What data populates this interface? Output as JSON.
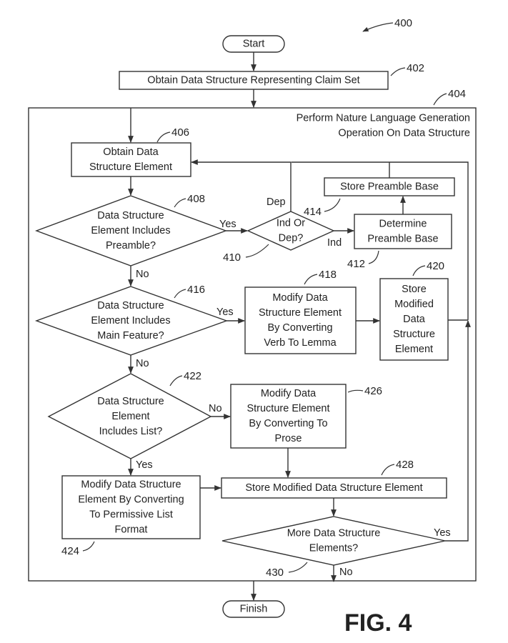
{
  "figure": {
    "ref_number": "400",
    "fig_label": "FIG. 4"
  },
  "nodes": {
    "start": {
      "text": [
        "Start"
      ]
    },
    "step402": {
      "text": [
        "Obtain Data Structure Representing Claim Set"
      ],
      "ref": "402"
    },
    "box404": {
      "text": [
        "Perform Nature Language Generation",
        "Operation On Data Structure"
      ],
      "ref": "404"
    },
    "step406": {
      "text": [
        "Obtain Data",
        "Structure Element"
      ],
      "ref": "406"
    },
    "dec408": {
      "text": [
        "Data Structure",
        "Element Includes",
        "Preamble?"
      ],
      "ref": "408"
    },
    "dec410": {
      "text": [
        "Ind Or",
        "Dep?"
      ],
      "ref": "410"
    },
    "step412": {
      "text": [
        "Determine",
        "Preamble Base"
      ],
      "ref": "412"
    },
    "step414": {
      "text": [
        "Store Preamble Base"
      ],
      "ref": "414"
    },
    "dec416": {
      "text": [
        "Data Structure",
        "Element Includes",
        "Main Feature?"
      ],
      "ref": "416"
    },
    "step418": {
      "text": [
        "Modify Data",
        "Structure Element",
        "By Converting",
        "Verb To Lemma"
      ],
      "ref": "418"
    },
    "step420": {
      "text": [
        "Store",
        "Modified",
        "Data",
        "Structure",
        "Element"
      ],
      "ref": "420"
    },
    "dec422": {
      "text": [
        "Data Structure",
        "Element",
        "Includes List?"
      ],
      "ref": "422"
    },
    "step424": {
      "text": [
        "Modify Data Structure",
        "Element By Converting",
        "To Permissive List",
        "Format"
      ],
      "ref": "424"
    },
    "step426": {
      "text": [
        "Modify Data",
        "Structure Element",
        "By Converting To",
        "Prose"
      ],
      "ref": "426"
    },
    "step428": {
      "text": [
        "Store Modified Data Structure Element"
      ],
      "ref": "428"
    },
    "dec430": {
      "text": [
        "More Data Structure",
        "Elements?"
      ],
      "ref": "430"
    },
    "finish": {
      "text": [
        "Finish"
      ]
    }
  },
  "edge_labels": {
    "yes_408": "Yes",
    "no_408": "No",
    "dep_410": "Dep",
    "ind_410": "Ind",
    "yes_416": "Yes",
    "no_416": "No",
    "no_422": "No",
    "yes_422": "Yes",
    "yes_430": "Yes",
    "no_430": "No"
  }
}
